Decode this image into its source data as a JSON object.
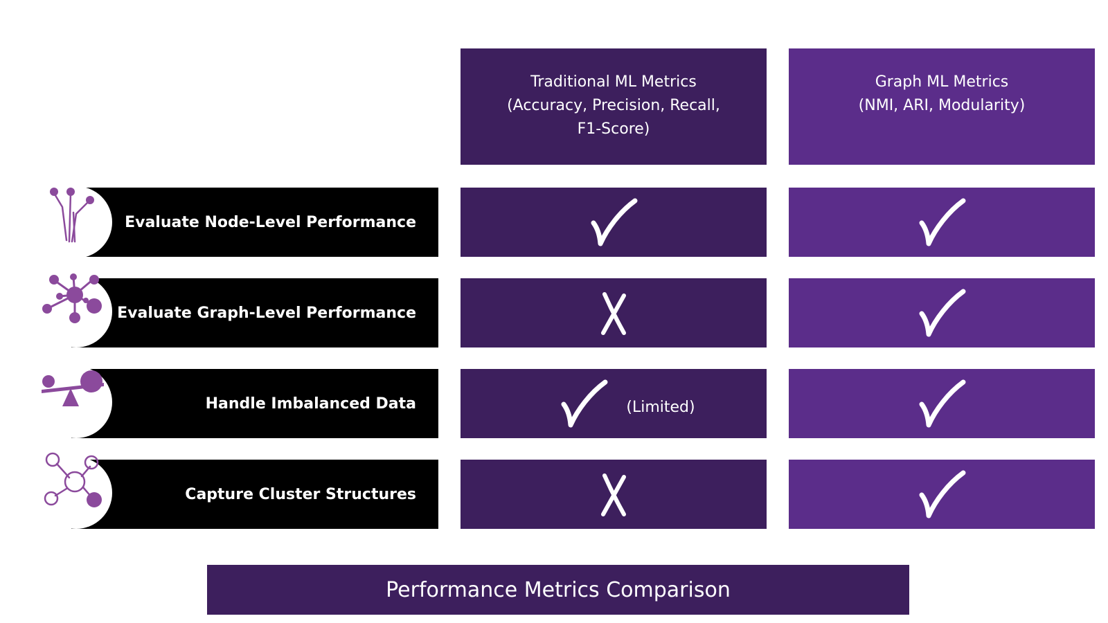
{
  "columns": [
    {
      "lines": [
        "Traditional ML Metrics",
        "(Accuracy, Precision, Recall,",
        "F1-Score)"
      ]
    },
    {
      "lines": [
        "Graph ML Metrics",
        "(NMI, ARI, Modularity)"
      ]
    }
  ],
  "rows": [
    {
      "label": "Evaluate Node-Level Performance",
      "icon": "circuit-nodes-icon",
      "traditional": "check",
      "graph": "check"
    },
    {
      "label": "Evaluate Graph-Level Performance",
      "icon": "network-hub-icon",
      "traditional": "cross",
      "graph": "check"
    },
    {
      "label": "Handle Imbalanced Data",
      "icon": "seesaw-balance-icon",
      "traditional": "check",
      "traditional_note": "(Limited)",
      "graph": "check"
    },
    {
      "label": "Capture Cluster Structures",
      "icon": "cluster-nodes-icon",
      "traditional": "cross",
      "graph": "check"
    }
  ],
  "footer": {
    "title": "Performance Metrics Comparison"
  },
  "colors": {
    "traditional": "#3d1f5d",
    "graph": "#5b2d8a",
    "icon": "#8b4a9c",
    "label_bg": "#000000"
  }
}
